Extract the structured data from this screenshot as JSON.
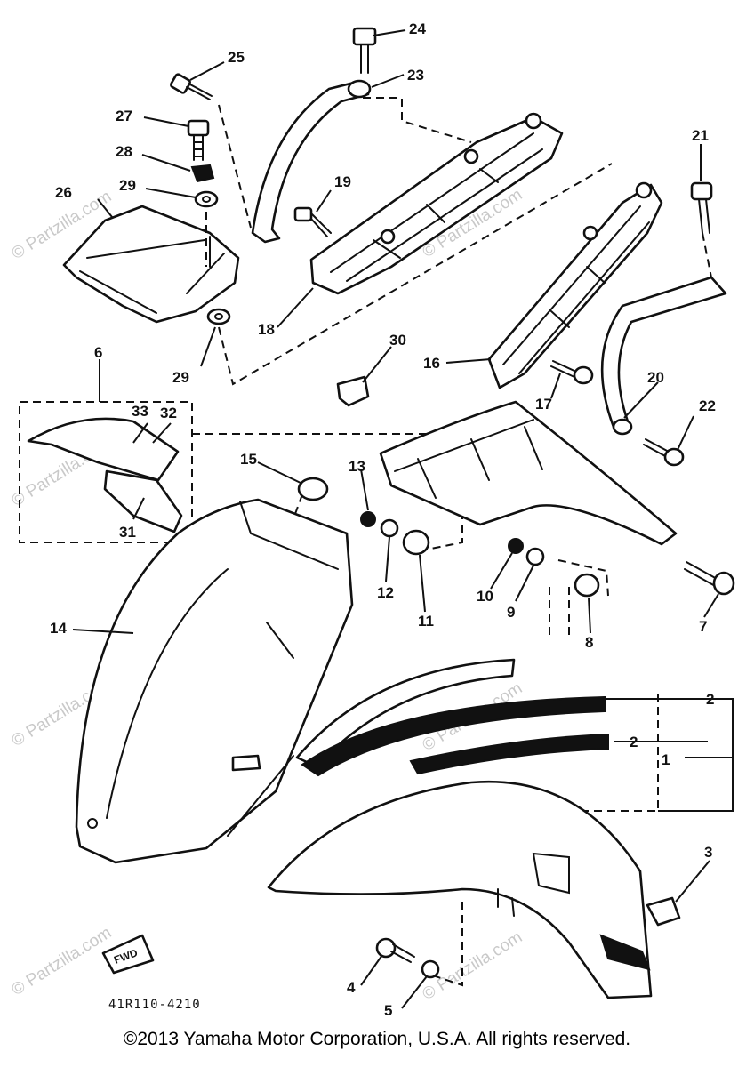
{
  "figure": {
    "code": "41R110-4210",
    "fwd_label": "FWD",
    "callouts": [
      "1",
      "2",
      "2",
      "3",
      "4",
      "5",
      "6",
      "7",
      "8",
      "9",
      "10",
      "11",
      "12",
      "13",
      "14",
      "15",
      "16",
      "17",
      "18",
      "19",
      "20",
      "21",
      "22",
      "23",
      "24",
      "25",
      "26",
      "27",
      "28",
      "29",
      "29",
      "30",
      "31",
      "32",
      "33"
    ]
  },
  "watermark": {
    "text": "© Partzilla.com",
    "color": "#c9c9c9"
  },
  "footer": {
    "copyright": "©2013 Yamaha Motor Corporation, U.S.A. All rights reserved."
  }
}
